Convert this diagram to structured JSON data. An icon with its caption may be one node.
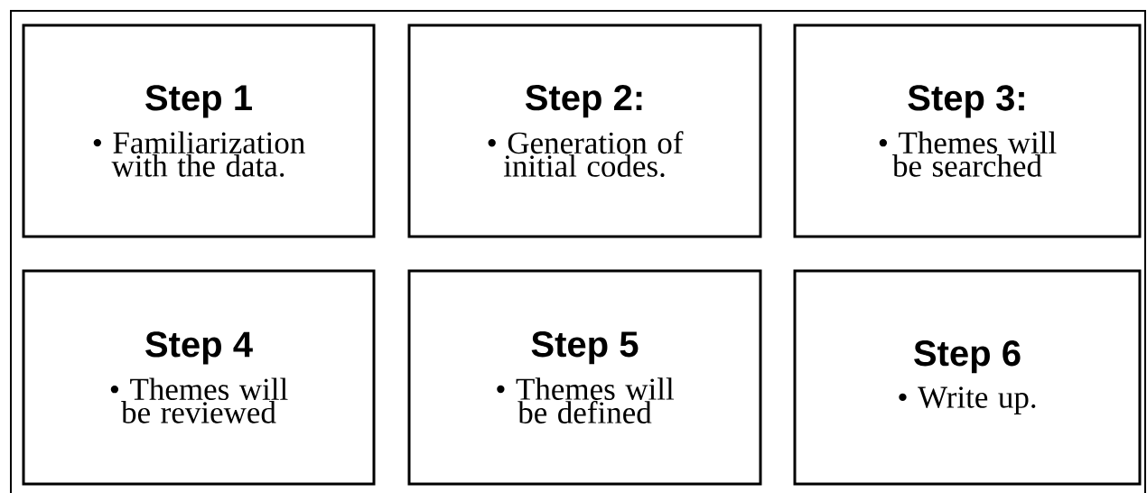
{
  "diagram": {
    "nodes": [
      {
        "text": [
          "Step 1",
          "• Familiarization with the data."
        ]
      },
      {
        "text": [
          "Step 2:",
          "• Generation of initial codes."
        ]
      },
      {
        "text": [
          "Step 3:",
          "• Themes will be searched"
        ]
      },
      {
        "text": [
          "Step 4",
          "• Themes will be reviewed"
        ]
      },
      {
        "text": [
          "Step 5",
          "• Themes will be defined"
        ]
      },
      {
        "text": [
          "Step 6",
          "• Write up."
        ]
      }
    ]
  }
}
